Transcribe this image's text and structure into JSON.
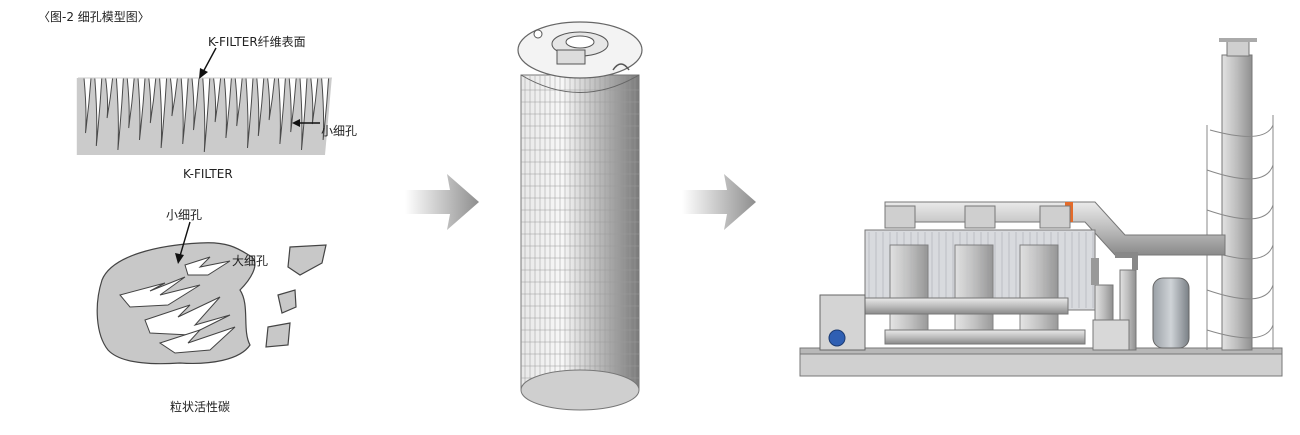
{
  "figure": {
    "title": "〈图-2  细孔模型图〉"
  },
  "kfilter": {
    "surface_label": "K-FILTER纤维表面",
    "small_pore_label": "小细孔",
    "caption": "K-FILTER"
  },
  "carbon": {
    "small_pore_label": "小细孔",
    "large_pore_label": "大细孔",
    "caption": "粒状活性碳"
  },
  "colors": {
    "fiber_fill": "#c9c9c9",
    "fiber_stroke": "#555555",
    "arrow": "#9a9a9a",
    "steel": "#b8bcc2",
    "base": "#d6d6d6"
  }
}
